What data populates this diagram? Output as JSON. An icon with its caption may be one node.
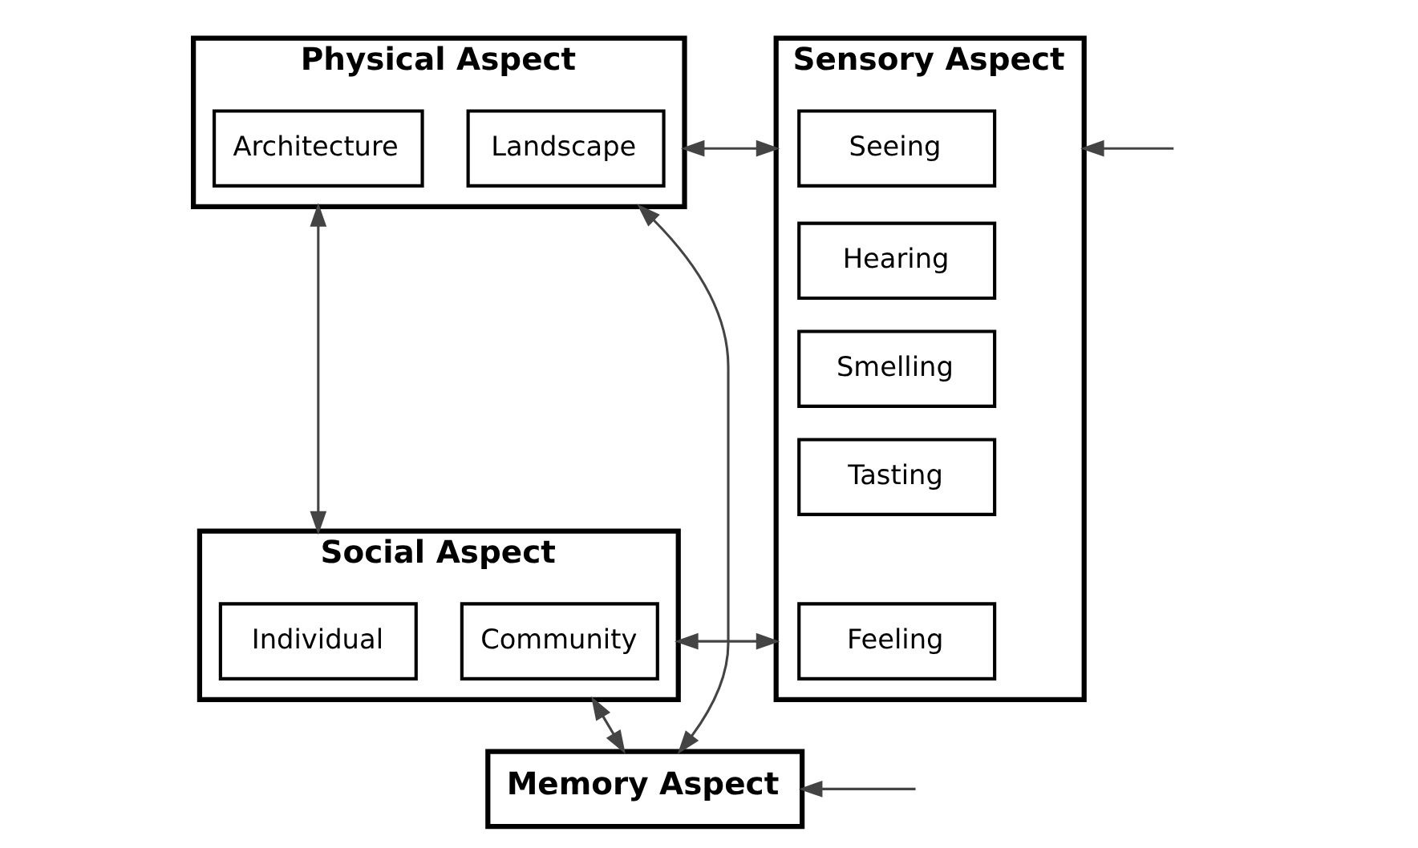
{
  "diagram": {
    "nodes": [
      {
        "text": [
          "Physical Aspect"
        ]
      },
      {
        "text": [
          "Architecture"
        ],
        "in": 0
      },
      {
        "text": [
          "Landscape"
        ],
        "in": 0
      },
      {
        "text": [
          "Social Aspect"
        ]
      },
      {
        "text": [
          "Individual"
        ],
        "in": 3
      },
      {
        "text": [
          "Community"
        ],
        "in": 3
      },
      {
        "text": [
          "Sensory Aspect"
        ]
      },
      {
        "text": [
          "Seeing"
        ],
        "in": 6
      },
      {
        "text": [
          "Hearing"
        ],
        "in": 6
      },
      {
        "text": [
          "Smelling"
        ],
        "in": 6
      },
      {
        "text": [
          "Tasting"
        ],
        "in": 6
      },
      {
        "text": [
          "Feeling"
        ],
        "in": 6
      },
      {
        "text": [
          "Memory Aspect"
        ]
      }
    ],
    "edges": [
      {
        "from": 0,
        "to": 3,
        "arrow": "both"
      },
      {
        "from": 0,
        "to": 12,
        "arrow": "both"
      },
      {
        "from": 3,
        "to": 12,
        "arrow": "both"
      },
      {
        "from": 0,
        "to": 6,
        "arrow": "both"
      },
      {
        "from": 3,
        "to": 6,
        "arrow": "both"
      },
      {
        "from": null,
        "to": 6,
        "arrow": "to"
      },
      {
        "from": null,
        "to": 12,
        "arrow": "to"
      }
    ]
  }
}
